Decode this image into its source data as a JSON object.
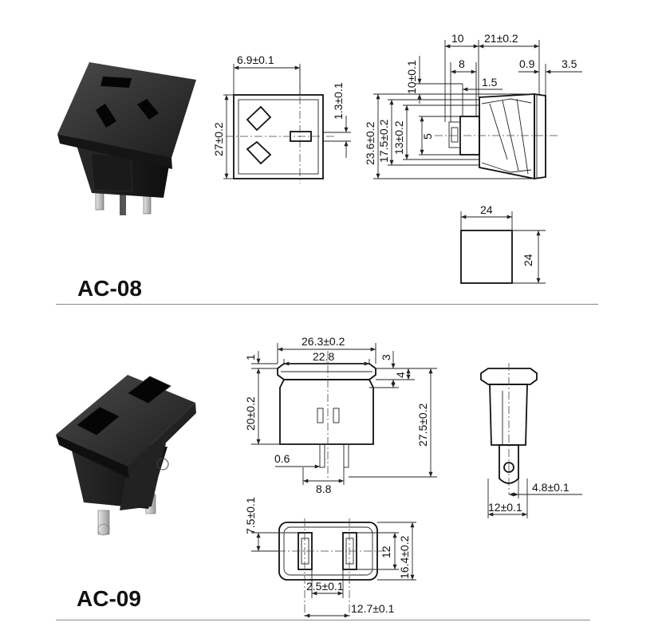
{
  "models": [
    {
      "name": "AC-08",
      "dims": {
        "top_w": "6.9±0.1",
        "slot_h": "27±0.2",
        "slot_off": "1.3±0.1",
        "side_d1": "10",
        "side_d2": "21±0.2",
        "side_d3": "8",
        "side_d4": "0.9",
        "side_d5": "3.5",
        "side_d6": "1.5",
        "side_v1": "10±0.1",
        "side_v2": "23.6±0.2",
        "side_v3": "17.5±0.2",
        "side_v4": "13±0.2",
        "side_v5": "5",
        "cut_w": "24",
        "cut_h": "24"
      }
    },
    {
      "name": "AC-09",
      "dims": {
        "outer_w": "26.3±0.2",
        "inner_w": "22.8",
        "rim_t": "1",
        "rim_r1": "3",
        "rim_r2": "4",
        "body_h": "20±0.2",
        "total_h": "27.5±0.2",
        "pin_t": "0.6",
        "pin_gap": "8.8",
        "hole": "4.8±0.1",
        "side_w": "12±0.1",
        "cut_v1": "7.5±0.1",
        "cut_h1": "12",
        "cut_h2": "16.4±0.2",
        "slot_w": "2.5±0.1",
        "slot_pitch": "12.7±0.1"
      }
    }
  ]
}
